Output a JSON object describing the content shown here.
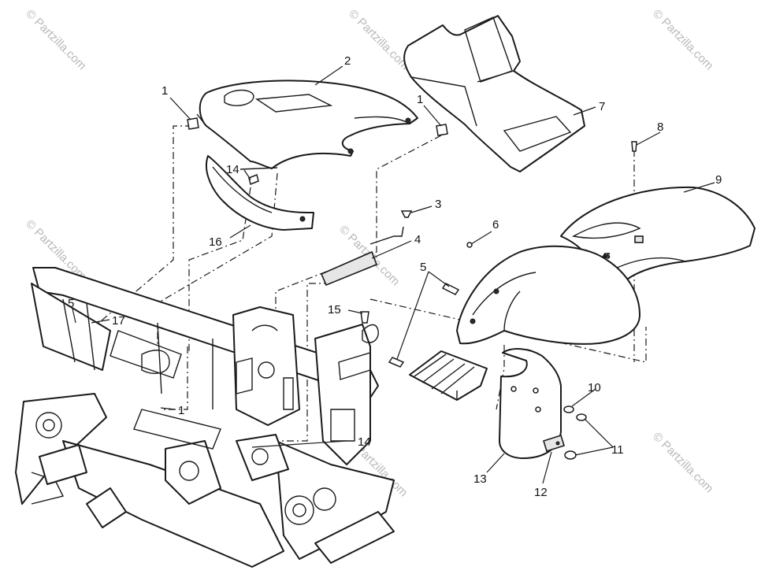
{
  "watermark": "© Partzilla.com",
  "callouts": {
    "c1a": "1",
    "c1b": "1",
    "c1c": "1",
    "c2": "2",
    "c3": "3",
    "c4": "4",
    "c5a": "5",
    "c5b": "5",
    "c6": "6",
    "c7": "7",
    "c8": "8",
    "c9": "9",
    "c10": "10",
    "c11": "11",
    "c12": "12",
    "c13": "13",
    "c14a": "14",
    "c14b": "14",
    "c15": "15",
    "c16": "16",
    "c17": "17"
  }
}
